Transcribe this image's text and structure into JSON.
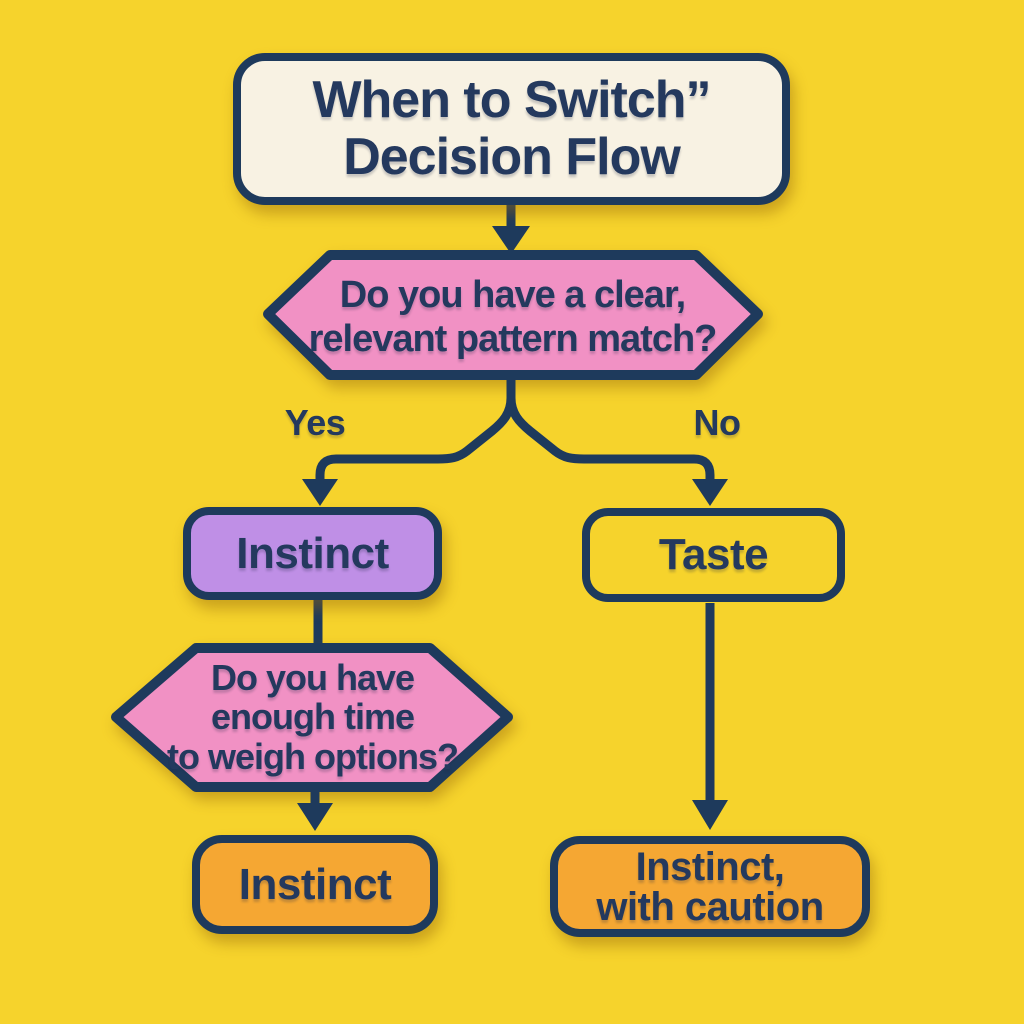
{
  "title": {
    "line1": "When to Switch”",
    "line2": "Decision Flow"
  },
  "question1": {
    "line1": "Do you have a clear,",
    "line2": "relevant pattern match?"
  },
  "branch_labels": {
    "yes": "Yes",
    "no": "No"
  },
  "nodes": {
    "instinct_yes": "Instinct",
    "taste": "Taste",
    "instinct_final": "Instinct",
    "instinct_caution_line1": "Instinct,",
    "instinct_caution_line2": "with caution"
  },
  "question2": {
    "line1": "Do you have",
    "line2": "enough time",
    "line3": "to weigh options?"
  },
  "colors": {
    "background": "#F6D32C",
    "navy": "#1E3A5C",
    "cream": "#F8F2E3",
    "pink": "#F191C4",
    "purple": "#BF8FE6",
    "orange": "#F5A733",
    "text": "#24395E"
  }
}
